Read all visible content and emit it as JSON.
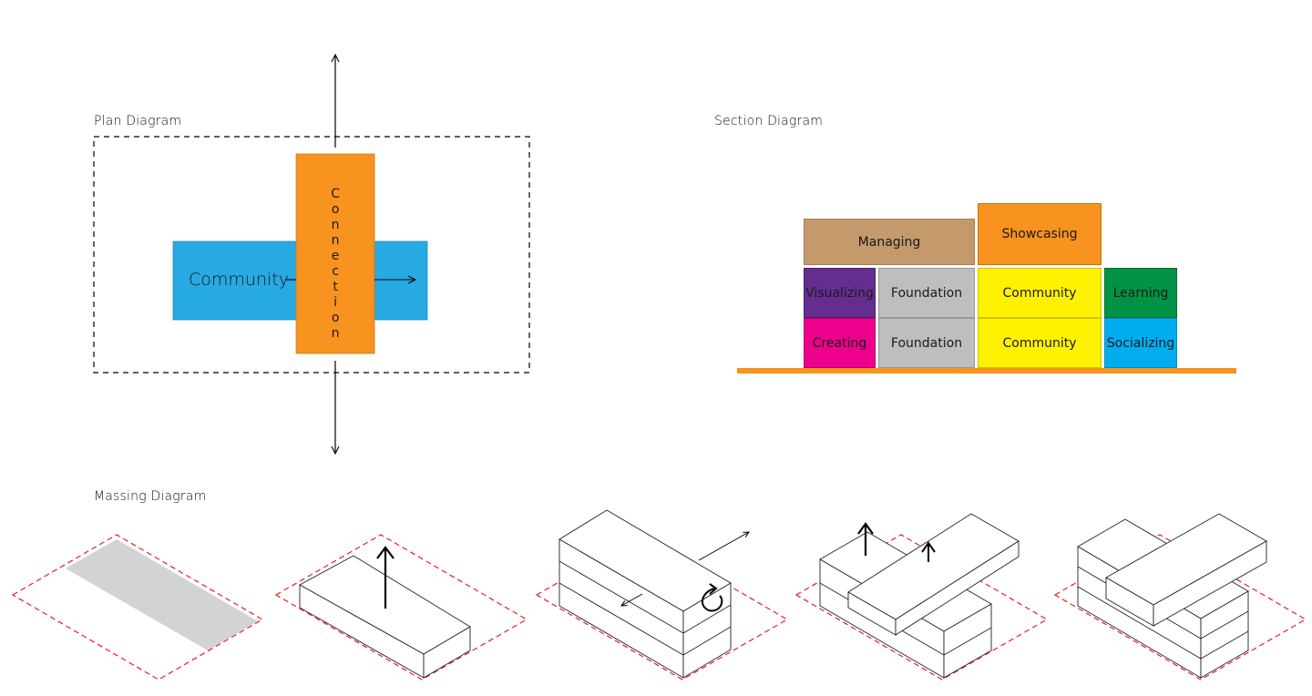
{
  "plan": {
    "title": "Plan Diagram",
    "community_label": "Community",
    "connection_label": "Connection",
    "colors": {
      "community": "#27a9e1",
      "connection": "#f7931e"
    }
  },
  "section": {
    "title": "Section Diagram",
    "blocks": [
      {
        "label": "Managing",
        "color": "#c49a6c"
      },
      {
        "label": "Showcasing",
        "color": "#f7931e"
      },
      {
        "label": "Visualizing",
        "color": "#662d91"
      },
      {
        "label": "Foundation",
        "color": "#bcbec0"
      },
      {
        "label": "Community",
        "color": "#fff200"
      },
      {
        "label": "Learning",
        "color": "#009245"
      },
      {
        "label": "Creating",
        "color": "#ec008c"
      },
      {
        "label": "Foundation",
        "color": "#bcbec0"
      },
      {
        "label": "Community",
        "color": "#fff200"
      },
      {
        "label": "Socializing",
        "color": "#00aeef"
      }
    ],
    "ground_color": "#f7931e"
  },
  "massing": {
    "title": "Massing Diagram",
    "site_color": "#d1d3d4",
    "outline_color": "#ed1c24"
  }
}
